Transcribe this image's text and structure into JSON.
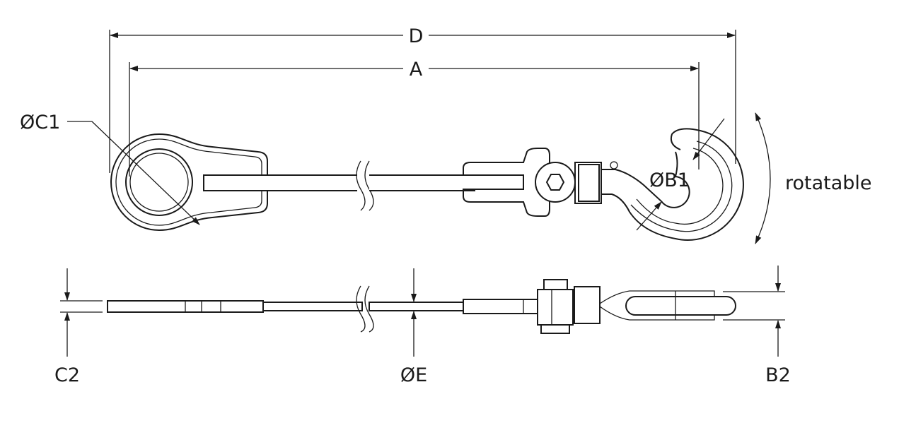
{
  "labels": {
    "overall_length": "D",
    "pin_to_hook_length": "A",
    "eye_diameter": "ØC1",
    "hook_diameter": "ØB1",
    "rotation_note": "rotatable",
    "eye_thickness": "C2",
    "rod_diameter": "ØE",
    "hook_thickness": "B2"
  }
}
